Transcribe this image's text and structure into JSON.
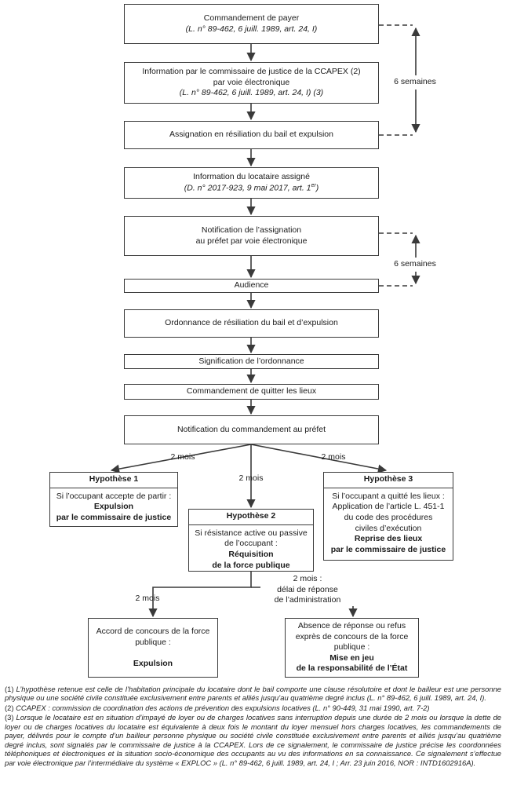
{
  "flow": {
    "step1": {
      "title": "Commandement de payer",
      "ref": "(L. n° 89-462, 6 juill. 1989, art. 24, I)"
    },
    "step2": {
      "line1": "Information par le commissaire de justice de la CCAPEX (2)",
      "line2": "par voie électronique",
      "ref": "(L. n° 89-462, 6 juill. 1989, art. 24, I) (3)"
    },
    "step3": {
      "title": "Assignation en résiliation du bail et expulsion"
    },
    "step4": {
      "title": "Information du locataire assigné",
      "ref": "(D. n° 2017-923, 9 mai 2017, art. 1",
      "ref_sup": "er",
      "ref_end": ")"
    },
    "step5": {
      "line1": "Notification de l’assignation",
      "line2": "au préfet par voie électronique"
    },
    "step6": {
      "title": "Audience"
    },
    "step7": {
      "title": "Ordonnance de résiliation du bail et d’expulsion"
    },
    "step8": {
      "title": "Signification de l’ordonnance"
    },
    "step9": {
      "title": "Commandement de quitter les lieux"
    },
    "step10": {
      "title": "Notification du commandement au préfet"
    }
  },
  "delays": {
    "six_weeks_1": "6 semaines",
    "six_weeks_2": "6 semaines",
    "two_months_left": "2 mois",
    "two_months_center": "2 mois",
    "two_months_right": "2 mois",
    "two_months_bottom_left": "2 mois",
    "two_months_bottom_right_1": "2 mois :",
    "two_months_bottom_right_2": "délai de réponse",
    "two_months_bottom_right_3": "de l’administration"
  },
  "hypotheses": {
    "h1": {
      "title": "Hypothèse 1",
      "text": "Si l’occupant accepte de partir :",
      "bold1": "Expulsion",
      "bold2": "par le commissaire de justice"
    },
    "h2": {
      "title": "Hypothèse 2",
      "text1": "Si résistance active ou passive",
      "text2": "de l’occupant :",
      "bold1": "Réquisition",
      "bold2": "de la force publique"
    },
    "h3": {
      "title": "Hypothèse 3",
      "text1": "Si l’occupant a quitté les lieux :",
      "text2": "Application de l’article L. 451-1",
      "text3": "du code des procédures",
      "text4": "civiles d’exécution",
      "bold1": "Reprise des lieux",
      "bold2": "par le commissaire de justice"
    }
  },
  "outcomes": {
    "left": {
      "text1": "Accord de concours de la force",
      "text2": "publique :",
      "bold": "Expulsion"
    },
    "right": {
      "text1": "Absence de réponse ou refus",
      "text2": "exprès de concours de la force",
      "text3": "publique :",
      "bold1": "Mise en jeu",
      "bold2": "de la responsabilité de l’État"
    }
  },
  "footnotes": {
    "n1_num": "(1)",
    "n1": "L’hypothèse retenue est celle de l’habitation principale du locataire dont le bail comporte une clause résolutoire et dont le bailleur est une personne physique ou une société civile constituée exclusivement entre parents et alliés jusqu’au quatrième degré inclus (L. n° 89-462, 6 juill. 1989, art. 24, I).",
    "n2_num": "(2)",
    "n2": "CCAPEX : commission de coordination des actions de prévention des expulsions locatives (L. n° 90-449, 31 mai 1990, art. 7-2)",
    "n3_num": "(3)",
    "n3": "Lorsque le locataire est en situation d’impayé de loyer ou de charges locatives sans interruption depuis une durée de 2 mois ou lorsque la dette de loyer ou de charges locatives du locataire est équivalente à deux fois le montant du loyer mensuel hors charges locatives, les commandements de payer, délivrés pour le compte d’un bailleur personne physique ou société civile constituée exclusivement entre parents et alliés jusqu’au quatrième degré inclus, sont signalés par le commissaire de justice à la CCAPEX. Lors de ce signalement, le commissaire de justice précise les coordonnées téléphoniques et électroniques et la situation socio-économique des occupants au vu des informations en sa connaissance. Ce signalement s’effectue par voie électronique par l’intermédiaire du système « EXPLOC » (L. n° 89-462, 6 juill. 1989, art. 24, I ; Arr. 23 juin 2016, NOR : INTD1602916A)."
  }
}
